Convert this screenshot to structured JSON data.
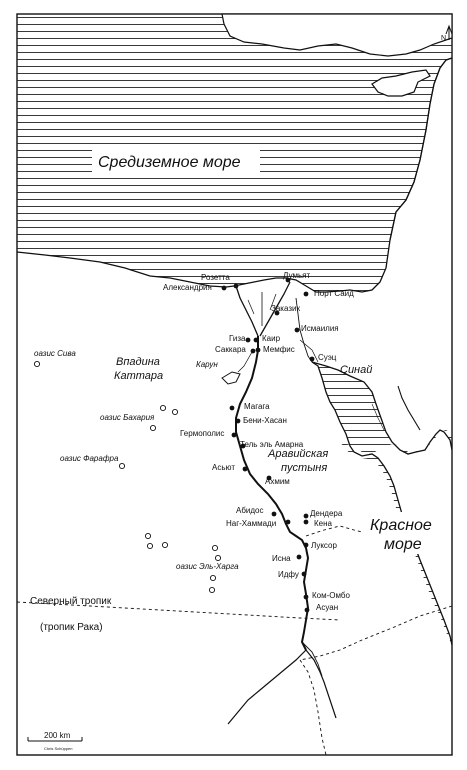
{
  "map": {
    "seas": {
      "mediterranean": "Средиземное море",
      "red_sea_1": "Красное",
      "red_sea_2": "море"
    },
    "regions": {
      "qattara_1": "Впадина",
      "qattara_2": "Каттара",
      "sinai": "Синай",
      "arabian_1": "Аравийская",
      "arabian_2": "пустыня"
    },
    "oases": {
      "siwa": "оазис Сива",
      "bahariya": "оазис Бахария",
      "farafra": "оазис Фарафра",
      "kharga": "оазис Эль-Харга"
    },
    "places": {
      "rosetta": "Розетта",
      "alexandria": "Александрия",
      "damietta": "Думьят",
      "port_said": "Порт Саид",
      "zagazig": "Заказик",
      "ismailia": "Исмаилия",
      "giza": "Гиза",
      "cairo": "Каир",
      "saqqara": "Саккара",
      "memphis": "Мемфис",
      "suez": "Суэц",
      "karun": "Карун",
      "maghaga": "Магага",
      "beni_hasan": "Бени-Хасан",
      "hermopolis": "Гермополис",
      "amarna": "Тель эль Амарна",
      "asyut": "Асьют",
      "akhmim": "Ахмим",
      "abydos": "Абидос",
      "dendera": "Дендера",
      "nag_hammadi": "Наг-Хаммади",
      "qena": "Кена",
      "luxor": "Луксор",
      "esna": "Исна",
      "edfu": "Идфу",
      "kom_ombo": "Ком-Омбо",
      "aswan": "Асуан"
    },
    "tropic_1": "Северный тропик",
    "tropic_2": "(тропик Рака)",
    "scale": "200 km",
    "credit": "Chris Schüppen",
    "north": "N"
  }
}
